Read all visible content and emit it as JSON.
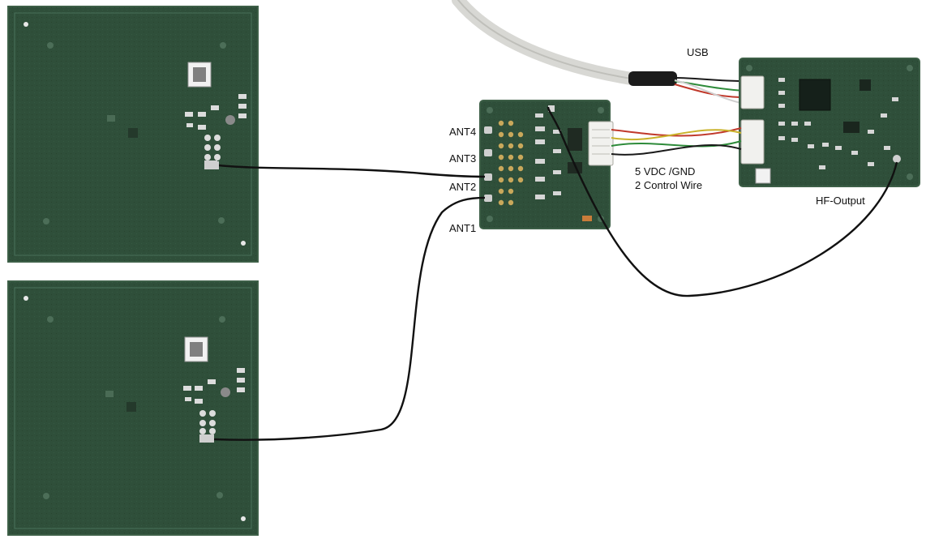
{
  "labels": {
    "usb": "USB",
    "ant4": "ANT4",
    "ant3": "ANT3",
    "ant2": "ANT2",
    "ant1": "ANT1",
    "power_line1": "5 VDC /GND",
    "power_line2": "2 Control Wire",
    "hf_output": "HF-Output"
  },
  "colors": {
    "background": "#ffffff",
    "pcb_green": "#2f4f3a",
    "pcb_edge": "#3d5f47",
    "cable": "#111111",
    "usb_cable": "#d9d9d6",
    "wire_red": "#c0392b",
    "wire_green": "#2e8b3a",
    "wire_yellow": "#c9b22a",
    "wire_black": "#1a1a1a"
  }
}
